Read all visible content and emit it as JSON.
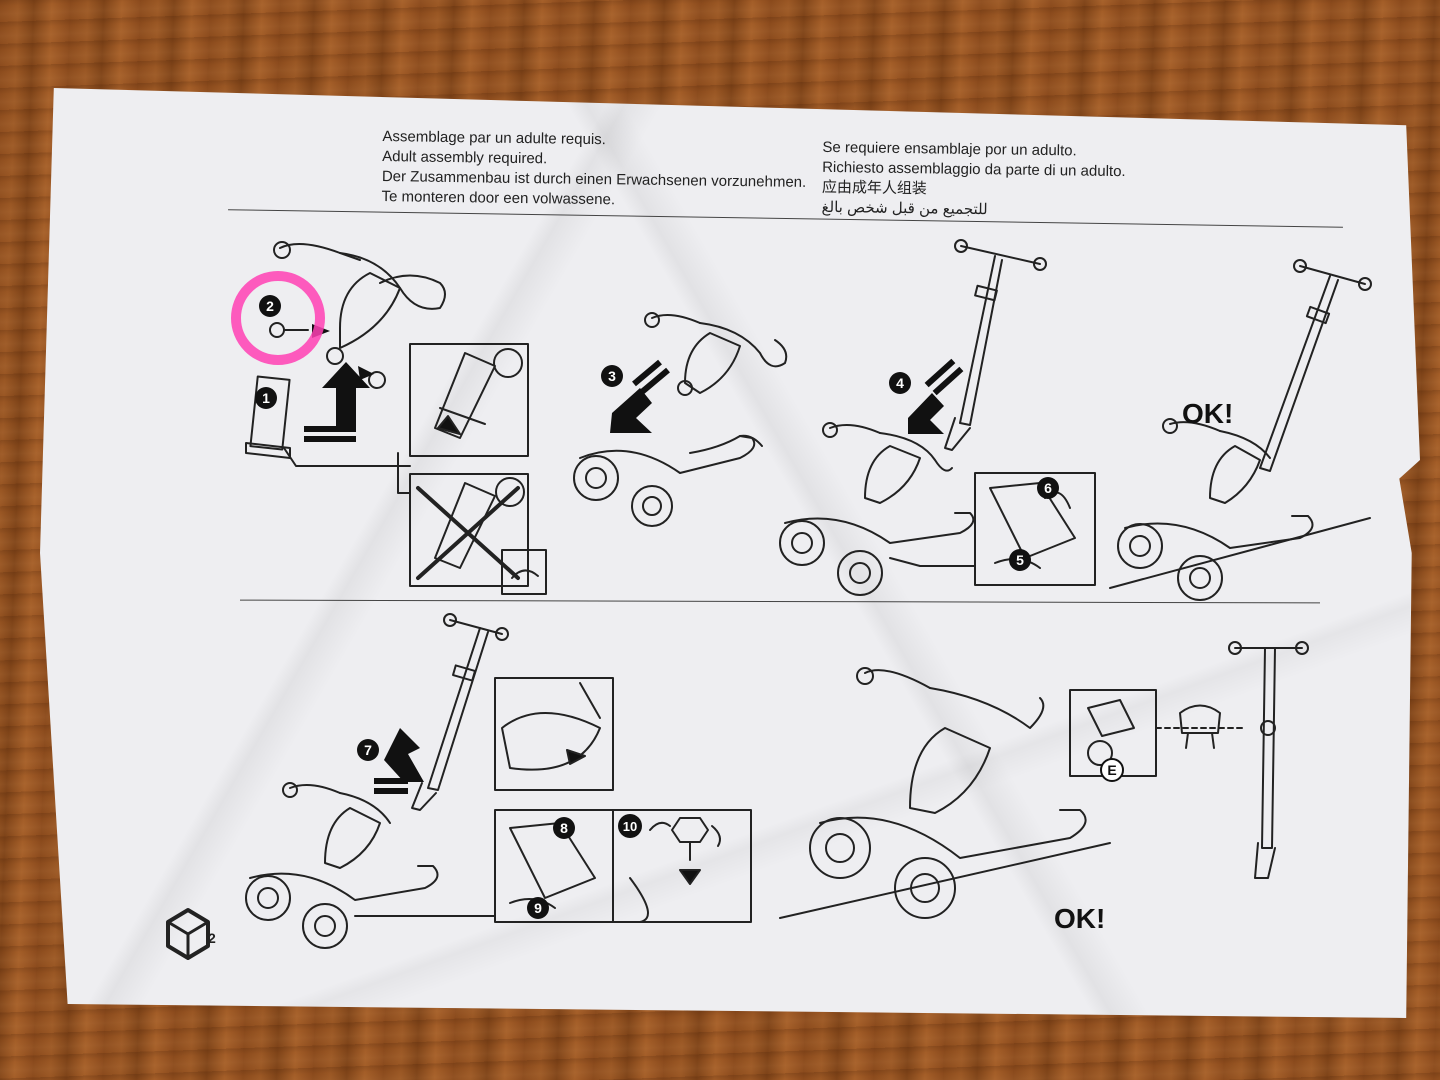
{
  "header": {
    "left_lines": [
      "Assemblage par un adulte requis.",
      "Adult assembly required.",
      "Der Zusammenbau ist durch einen Erwachsenen vorzunehmen.",
      "Te monteren door een volwassene."
    ],
    "right_lines": [
      "Se requiere ensamblaje por un adulto.",
      "Richiesto assemblaggio da parte di un adulto.",
      "应由成年人组装",
      "للتجميع من قبل شخص بالغ"
    ]
  },
  "steps": {
    "s1": "1",
    "s2": "2",
    "s3": "3",
    "s4": "4",
    "s5": "5",
    "s6": "6",
    "s7": "7",
    "s8": "8",
    "s9": "9",
    "s10": "10",
    "sE": "E"
  },
  "ok_labels": {
    "top": "OK!",
    "bottom": "OK!"
  },
  "page_number": "2",
  "colors": {
    "paper": "#eeeef1",
    "ink": "#222222",
    "highlight": "#ff3fb4",
    "table": "#8a4a1c"
  }
}
